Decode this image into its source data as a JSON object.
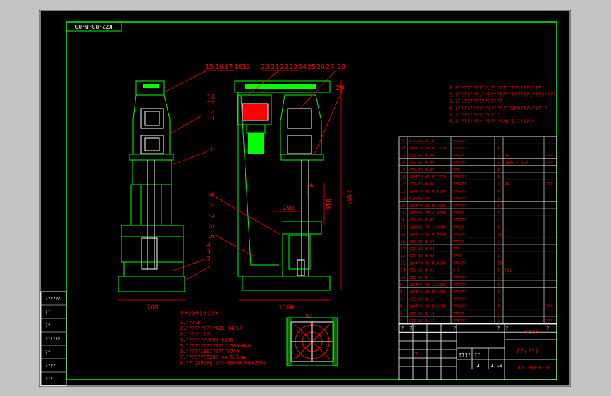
{
  "drawing": {
    "stamp_code": "KZ2-B3-B-00",
    "title_placeholder": "????",
    "subtitle_placeholder": "??????",
    "bottom_code": "KZ2-B3-B-00"
  },
  "part_numbers_top": [
    "15",
    "16",
    "17",
    "18",
    "19",
    "20",
    "21",
    "22",
    "23",
    "24",
    "25",
    "26",
    "27",
    "28",
    "29"
  ],
  "part_numbers_left": [
    "14",
    "13",
    "12",
    "11",
    "10",
    "9",
    "8",
    "7",
    "6",
    "5",
    "4",
    "3",
    "2",
    "1"
  ],
  "dimensions": {
    "width_left": "700",
    "width_right": "1060",
    "height_total": "2380",
    "offset_290": "290",
    "offset_516": "516",
    "section_label": "A",
    "view_label": "A?"
  },
  "notes_top": [
    "1.???????????,?????????????????",
    "2.????????,????????????????,????????.",
    "3.??,?????????????",
    "4.??????????????????22mm??????? ?",
    "5.???????????????",
    "6.????????:,???????6?7,??????"
  ],
  "spec_title": "??????????",
  "spec_lines": [
    "1.????8",
    "2.??????????42D 34?17",
    "3.?????-???",
    "4.????????Φ80~Φ220",
    "5.?????????????? 586~646",
    "6.?????180???????740",
    "7.?????YCT200-4A 5.5kW",
    "8.??.2500kg ???~1060X700X2390"
  ],
  "bom_rows": [
    {
      "no": "29",
      "code": "KZ2-B3-B-10",
      "name": "??????",
      "qty": "1",
      "mat": "",
      "note": ""
    },
    {
      "no": "28",
      "code": "GB/T70-85 M12X30",
      "name": "??????",
      "qty": "8",
      "mat": "",
      "note": ""
    },
    {
      "no": "27",
      "code": "KZ2-B3-B-09",
      "name": "?????",
      "qty": "1",
      "mat": "45",
      "note": "???"
    },
    {
      "no": "26",
      "code": "KZ2-B3-B-08",
      "name": "??????",
      "qty": "1",
      "mat": "Q235-A 1=2",
      "note": "???"
    },
    {
      "no": "25",
      "code": "KZ2-B3-B-07",
      "name": "???",
      "qty": "4",
      "mat": "",
      "note": ""
    },
    {
      "no": "24",
      "code": "GB/T70-85 M12X20",
      "name": "??????",
      "qty": "8",
      "mat": "",
      "note": ""
    },
    {
      "no": "23",
      "code": "KZ2-B3-B-06",
      "name": "??????",
      "qty": "1",
      "mat": "45",
      "note": "???"
    },
    {
      "no": "22",
      "code": "GB/T70-85 M16X50",
      "name": "??????",
      "qty": "4",
      "mat": "",
      "note": ""
    },
    {
      "no": "21",
      "code": "YCT200-4A",
      "name": "??????",
      "qty": "1",
      "mat": "",
      "note": ""
    },
    {
      "no": "20",
      "code": "GB/T70-85 M16X30",
      "name": "??????",
      "qty": "4",
      "mat": "",
      "note": ""
    },
    {
      "no": "19",
      "code": "GB1096-79 A16X50",
      "name": "?????",
      "qty": "2",
      "mat": "",
      "note": ""
    },
    {
      "no": "18",
      "code": "KZ2-B3-B-05",
      "name": "??????",
      "qty": "1",
      "mat": "",
      "note": ""
    },
    {
      "no": "17",
      "code": "GB1096-79 A10X50",
      "name": "?????",
      "qty": "2",
      "mat": "",
      "note": ""
    },
    {
      "no": "16",
      "code": "GB/T70-85 M10X50",
      "name": "??????",
      "qty": "12",
      "mat": "",
      "note": ""
    },
    {
      "no": "15",
      "code": "KZ2-B3-B-04",
      "name": "?????",
      "qty": "1",
      "mat": "",
      "note": ""
    },
    {
      "no": "14",
      "code": "KZ2-B3-B-03",
      "name": "???",
      "qty": "1",
      "mat": "",
      "note": ""
    },
    {
      "no": "13",
      "code": "KZ2-B3-B-02",
      "name": "????",
      "qty": "1",
      "mat": "",
      "note": ""
    },
    {
      "no": "12",
      "code": "GB/T70-85 M16X50",
      "name": "??????",
      "qty": "20",
      "mat": "",
      "note": ""
    },
    {
      "no": "11",
      "code": "KZ2-B3-B-01",
      "name": "? ?",
      "qty": "2",
      "mat": "T10",
      "note": ""
    },
    {
      "no": "10",
      "code": "KZ2-B3-B-11",
      "name": "??????",
      "qty": "1",
      "mat": "",
      "note": ""
    },
    {
      "no": "9",
      "code": "GB/T96-85 A16X60",
      "name": "??????",
      "qty": "4",
      "mat": "",
      "note": ""
    },
    {
      "no": "8",
      "code": "GB/T70-85 M16X60",
      "name": "??????",
      "qty": "4",
      "mat": "",
      "note": ""
    },
    {
      "no": "7",
      "code": "KZ2-B3-B-12",
      "name": "??????",
      "qty": "1",
      "mat": "",
      "note": ""
    },
    {
      "no": "6",
      "code": "GB/T70-85 M16X50",
      "name": "??????",
      "qty": "4",
      "mat": "",
      "note": "???"
    },
    {
      "no": "5",
      "code": "KZ2-B3-B-13",
      "name": "?????",
      "qty": "1",
      "mat": "",
      "note": ""
    },
    {
      "no": "4",
      "code": "KZ2-B3-B-14",
      "name": "??????",
      "qty": "1",
      "mat": "",
      "note": "???"
    }
  ],
  "bom_header": [
    "?",
    "?",
    "?",
    "?",
    "?",
    "?"
  ],
  "title_block": {
    "label1": "????",
    "label2": "??",
    "label3": "?",
    "scale": "1:10",
    "sheet": "1"
  },
  "left_strip_labels": [
    "??????",
    "??",
    "??",
    "??????",
    "??",
    "????",
    "???"
  ]
}
